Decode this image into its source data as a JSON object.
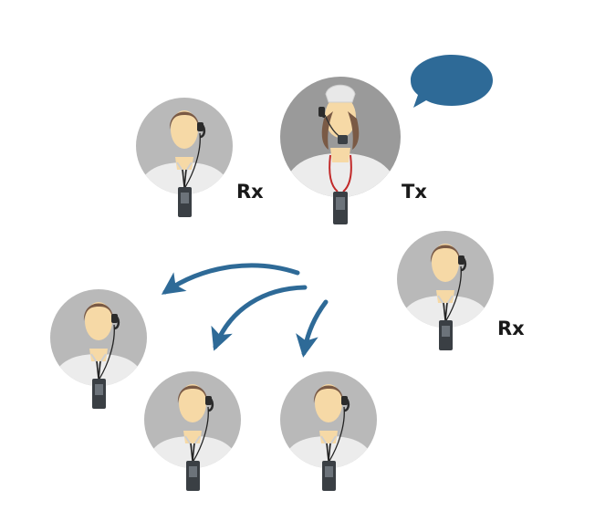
{
  "labels": {
    "rx_top": "Rx",
    "tx": "Tx",
    "rx_right": "Rx"
  },
  "colors": {
    "accent_blue": "#2e6a97",
    "circle_gray": "#b9b9b9",
    "circle_gray_dark": "#9a9a9a",
    "skin": "#f6d9a6",
    "hair": "#7a5a45",
    "shirt": "#ececec",
    "lanyard_red": "#c22a2a"
  },
  "icons": {
    "speech": "speech-bubble-icon",
    "arrow": "broadcast-arrow-icon",
    "person": "listener-icon",
    "speaker": "guide-icon"
  }
}
